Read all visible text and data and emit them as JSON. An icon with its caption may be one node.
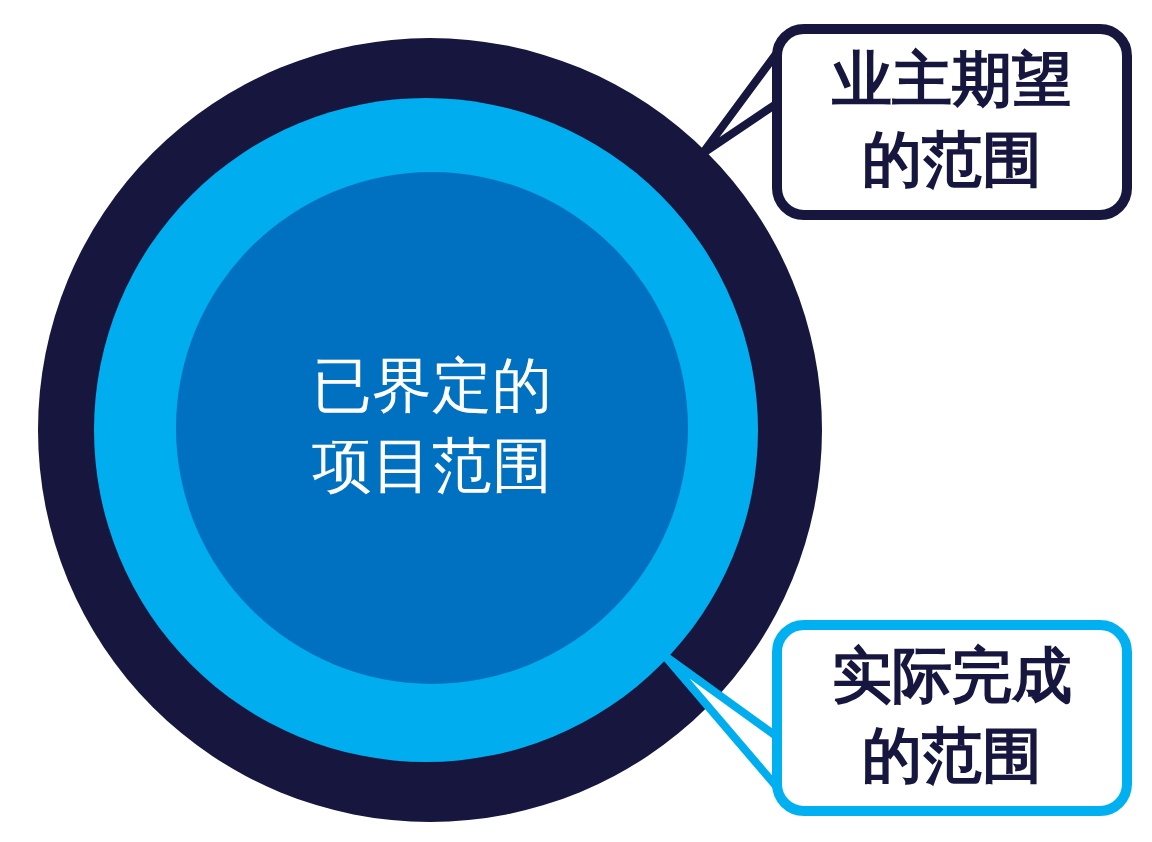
{
  "diagram": {
    "nodes": [
      {
        "text": [],
        "shape": "circle"
      },
      {
        "text": [],
        "shape": "circle",
        "in": 0
      },
      {
        "text": [
          "已界定的项目范围"
        ],
        "in": 1
      },
      {
        "text": [
          "业主期望的范围"
        ]
      },
      {
        "text": [
          "实际完成的范围"
        ]
      }
    ],
    "edges": [
      {
        "from": 3,
        "to": 0,
        "arrow": "to",
        "color": "#16163f"
      },
      {
        "from": 4,
        "to": 1,
        "arrow": "to",
        "color": "#00aeef"
      }
    ]
  }
}
